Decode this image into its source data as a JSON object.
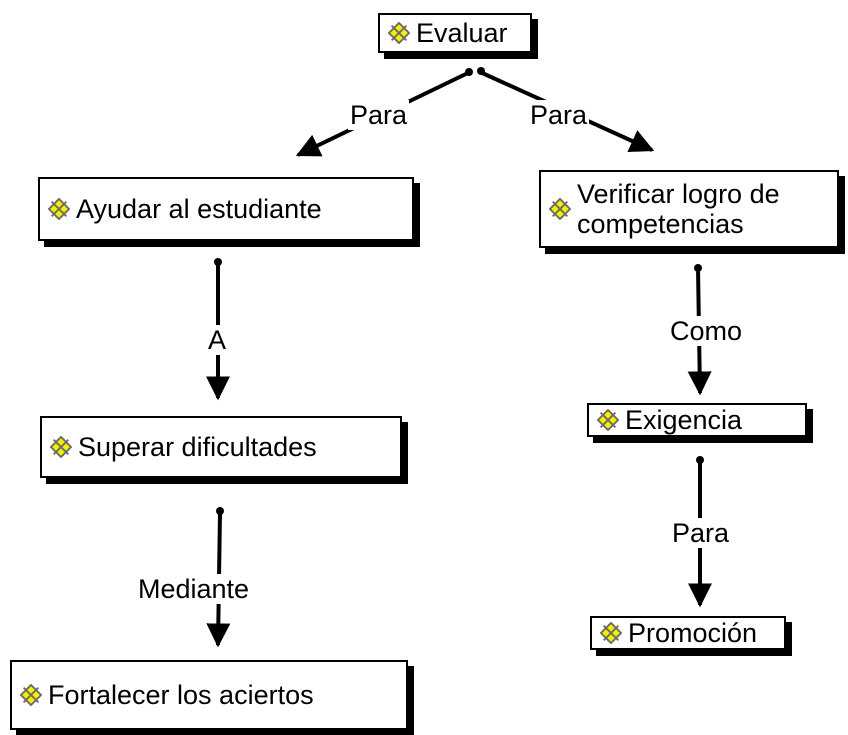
{
  "colors": {
    "line": "#000000",
    "icon_fill": "#f4f000",
    "icon_outline": "#6a6a6a"
  },
  "nodes": {
    "evaluar": "Evaluar",
    "ayudar": "Ayudar al estudiante",
    "verificar": "Verificar logro de competencias",
    "superar": "Superar dificultades",
    "exigencia": "Exigencia",
    "fortalecer": "Fortalecer los aciertos",
    "promocion": "Promoción"
  },
  "links": {
    "para_left": "Para",
    "para_right": "Para",
    "a": "A",
    "como": "Como",
    "mediante": "Mediante",
    "para_bottom": "Para"
  },
  "icon": "concept-icon"
}
